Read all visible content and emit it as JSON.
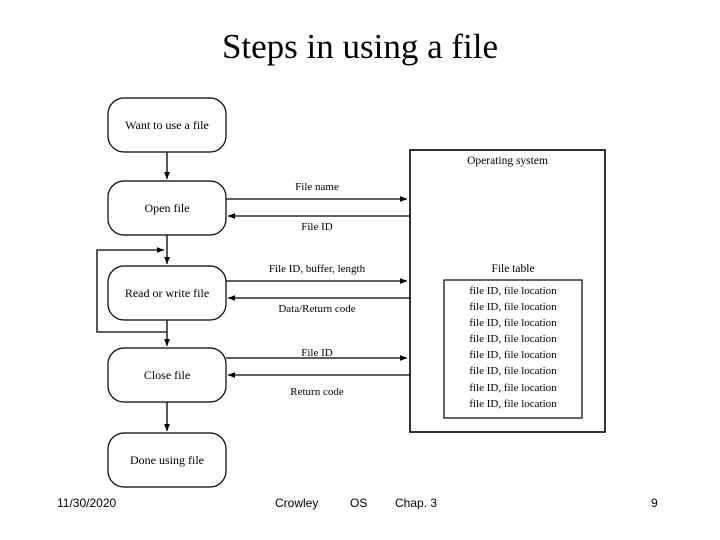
{
  "slide": {
    "title": "Steps in using a file"
  },
  "flow": {
    "boxes": [
      {
        "label": "Want to use a file"
      },
      {
        "label": "Open file"
      },
      {
        "label": "Read or write file"
      },
      {
        "label": "Close file"
      },
      {
        "label": "Done using file"
      }
    ]
  },
  "messages": [
    {
      "label": "File name",
      "direction": "request"
    },
    {
      "label": "File ID",
      "direction": "response"
    },
    {
      "label": "File ID, buffer, length",
      "direction": "request"
    },
    {
      "label": "Data/Return code",
      "direction": "response"
    },
    {
      "label": "File ID",
      "direction": "request"
    },
    {
      "label": "Return code",
      "direction": "response"
    }
  ],
  "os": {
    "title": "Operating system",
    "file_table": {
      "title": "File table",
      "rows": [
        "file ID, file location",
        "file ID, file location",
        "file ID, file location",
        "file ID, file location",
        "file ID, file location",
        "file ID, file location",
        "file ID, file location",
        "file ID, file location"
      ]
    }
  },
  "footer": {
    "date": "11/30/2020",
    "author": "Crowley",
    "course": "OS",
    "chapter": "Chap. 3",
    "page": "9"
  },
  "colors": {
    "stroke": "#000000",
    "background": "#ffffff",
    "text": "#000000"
  }
}
